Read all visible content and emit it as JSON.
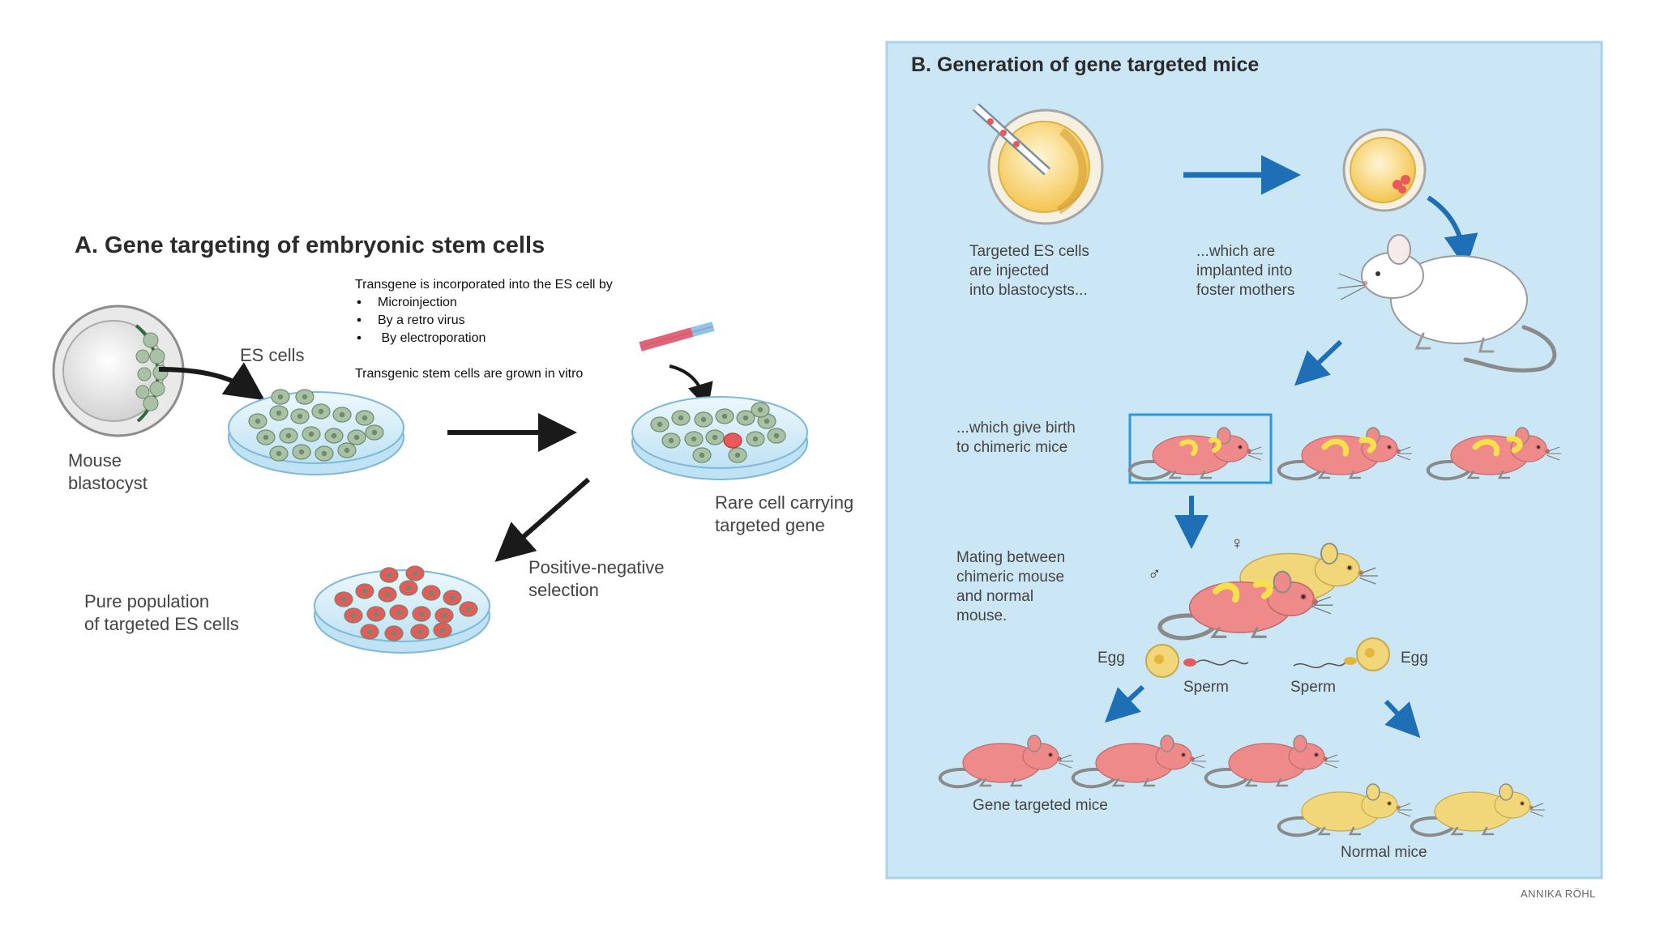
{
  "panel_a": {
    "title": "A.  Gene targeting of embryonic stem cells",
    "note_heading": "Transgene is incorporated into the ES cell by",
    "note_bullets": [
      "Microinjection",
      "By a retro virus",
      " By electroporation"
    ],
    "note_footer": "Transgenic stem cells are grown in vitro",
    "labels": {
      "es_cells": "ES cells",
      "mouse": "Mouse",
      "blastocyst": "blastocyst",
      "rare_1": "Rare cell carrying",
      "rare_2": "targeted gene",
      "posneg_1": "Positive-negative",
      "posneg_2": "selection",
      "pure_1": "Pure population",
      "pure_2": "of targeted ES cells"
    }
  },
  "panel_b": {
    "title": "B.  Generation of gene targeted mice",
    "labels": {
      "targeted_1": "Targeted ES cells",
      "targeted_2": "are injected",
      "targeted_3": "into blastocysts...",
      "implanted_1": "...which are",
      "implanted_2": "implanted into",
      "implanted_3": "foster mothers",
      "birth_1": "...which give birth",
      "birth_2": "to chimeric mice",
      "mating_1": "Mating between",
      "mating_2": "chimeric mouse",
      "mating_3": "and normal",
      "mating_4": "mouse.",
      "egg_left": "Egg",
      "egg_right": "Egg",
      "sperm_left": "Sperm",
      "sperm_right": "Sperm",
      "male_symbol": "♂",
      "female_symbol": "♀",
      "gene_targeted": "Gene targeted mice",
      "normal": "Normal mice"
    },
    "credit": "ANNIKA RÖHL"
  },
  "colors": {
    "panel_b_bg": "#cbe7f5",
    "arrow_blue": "#1f6fb7",
    "mouse_pink": "#ef8a8a",
    "mouse_yellow": "#f2d67a",
    "chimera_patch": "#f6e14a",
    "es_cell_green": "#9db79a",
    "targeted_cell_red": "#e85a5a",
    "dish_blue": "#9fd0ec"
  }
}
